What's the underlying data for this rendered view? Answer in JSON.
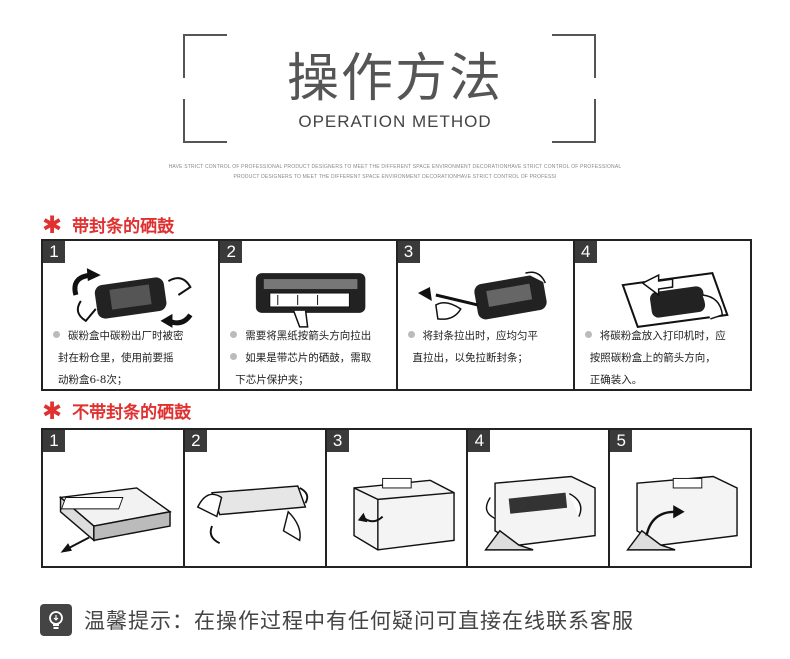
{
  "header": {
    "title_cn": "操作方法",
    "title_en": "OPERATION METHOD",
    "fine_line1": "HAVE STRICT CONTROL OF PROFESSIONAL PRODUCT DESIGNERS TO MEET THE DIFFERENT SPACE ENVIRONMENT DECORATIONHAVE STRICT CONTROL OF PROFESSIONAL",
    "fine_line2": "PRODUCT DESIGNERS TO MEET THE DIFFERENT SPACE ENVIRONMENT DECORATIONHAVE STRICT CONTROL OF PROFESSI"
  },
  "section1": {
    "star": "✱",
    "title": "带封条的硒鼓",
    "panels": [
      {
        "num": "1",
        "lines": [
          "碳粉盒中碳粉出厂时被密",
          "封在粉仓里，使用前要摇",
          "动粉盒6-8次；"
        ]
      },
      {
        "num": "2",
        "lines": [
          "需要将黑纸按箭头方向拉出",
          "如果是带芯片的硒鼓，需取",
          "下芯片保护夹；"
        ]
      },
      {
        "num": "3",
        "lines": [
          "将封条拉出时，应均匀平",
          "直拉出，以免拉断封条；"
        ]
      },
      {
        "num": "4",
        "lines": [
          "将碳粉盒放入打印机时，应",
          "按照碳粉盒上的箭头方向，",
          "正确装入。"
        ]
      }
    ]
  },
  "section2": {
    "star": "✱",
    "title": "不带封条的硒鼓",
    "panels": [
      {
        "num": "1"
      },
      {
        "num": "2"
      },
      {
        "num": "3"
      },
      {
        "num": "4"
      },
      {
        "num": "5"
      }
    ]
  },
  "footer": {
    "icon": "lightbulb-icon",
    "tip": "温馨提示：在操作过程中有任何疑问可直接在线联系客服"
  }
}
